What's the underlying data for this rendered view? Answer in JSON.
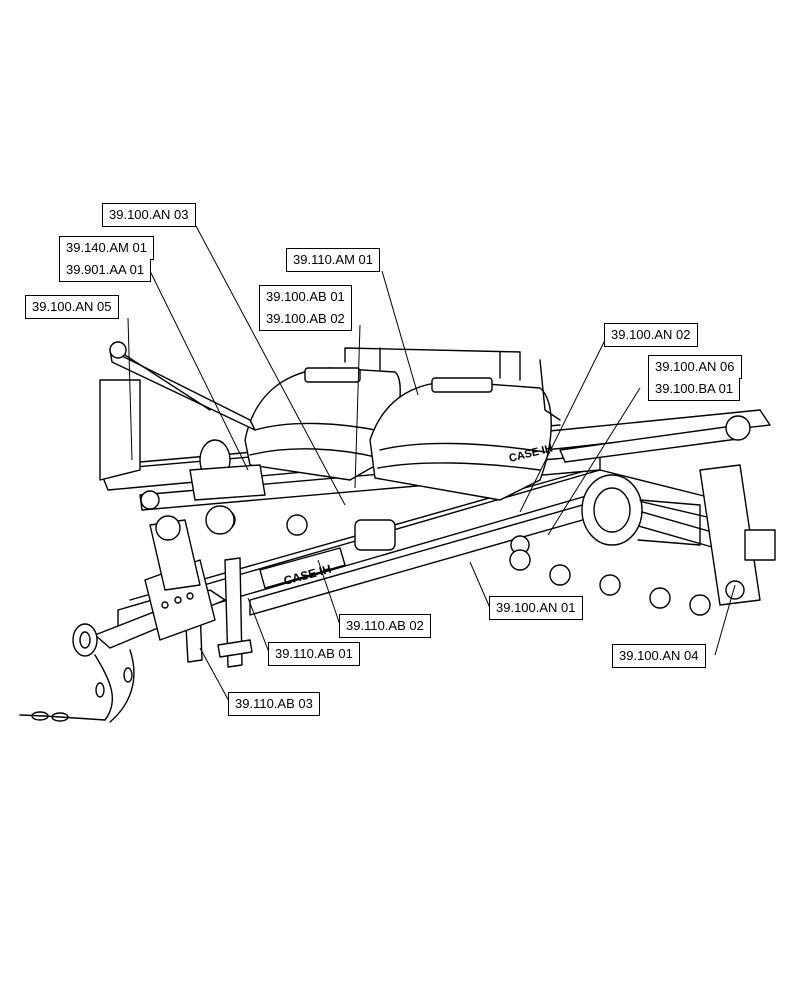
{
  "diagram": {
    "brand_marks": [
      "CASE IH",
      "CASE IH"
    ],
    "callouts": [
      {
        "id": "an03",
        "text": "39.100.AN 03"
      },
      {
        "id": "am01",
        "text": "39.140.AM 01"
      },
      {
        "id": "aa01",
        "text": "39.901.AA 01"
      },
      {
        "id": "an05",
        "text": "39.100.AN 05"
      },
      {
        "id": "am110",
        "text": "39.110.AM 01"
      },
      {
        "id": "ab01",
        "text": "39.100.AB 01"
      },
      {
        "id": "ab02",
        "text": "39.100.AB 02"
      },
      {
        "id": "an02",
        "text": "39.100.AN 02"
      },
      {
        "id": "an06",
        "text": "39.100.AN 06"
      },
      {
        "id": "ba01",
        "text": "39.100.BA 01"
      },
      {
        "id": "an01",
        "text": "39.100.AN 01"
      },
      {
        "id": "ab110_02",
        "text": "39.110.AB 02"
      },
      {
        "id": "ab110_01",
        "text": "39.110.AB 01"
      },
      {
        "id": "an04",
        "text": "39.100.AN 04"
      },
      {
        "id": "ab110_03",
        "text": "39.110.AB 03"
      }
    ]
  }
}
